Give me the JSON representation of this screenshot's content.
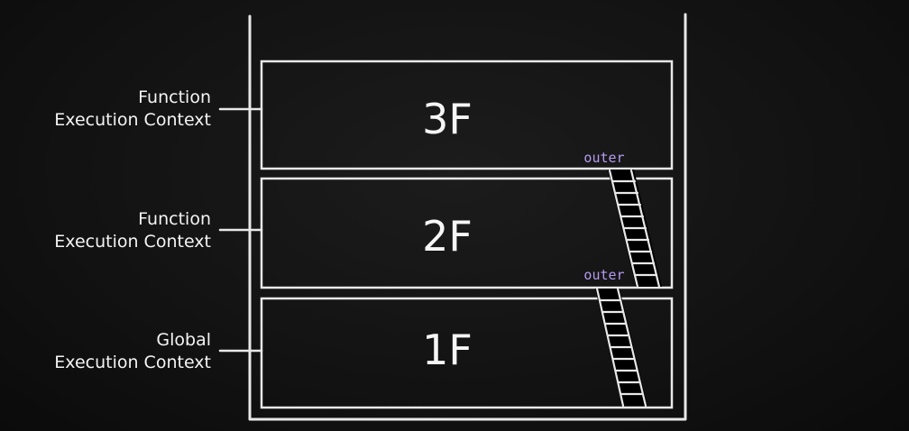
{
  "diagram": {
    "floors": [
      {
        "id": "3f",
        "name": "3F",
        "context_line1": "Function",
        "context_line2": "Execution Context"
      },
      {
        "id": "2f",
        "name": "2F",
        "context_line1": "Function",
        "context_line2": "Execution Context"
      },
      {
        "id": "1f",
        "name": "1F",
        "context_line1": "Global",
        "context_line2": "Execution Context"
      }
    ],
    "ladder_labels": [
      "outer",
      "outer"
    ],
    "colors": {
      "background": "#121212",
      "lines": "#e8e8e8",
      "outer_label": "#b59af0"
    }
  }
}
